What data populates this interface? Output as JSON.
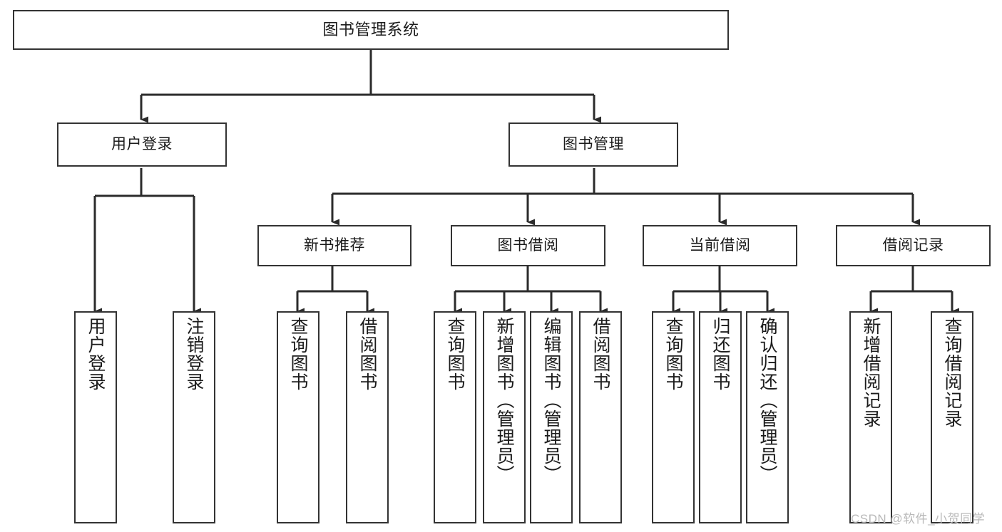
{
  "diagram": {
    "title": "图书管理系统",
    "type": "tree-hierarchy",
    "background": "#ffffff",
    "node_border_color": "#333333",
    "connector_color": "#2b2b2b",
    "nodes": {
      "root": {
        "label": "图书管理系统"
      },
      "level2": [
        {
          "id": "user-login",
          "label": "用户登录"
        },
        {
          "id": "book-management",
          "label": "图书管理"
        }
      ],
      "level3": [
        {
          "id": "new-book-recommend",
          "label": "新书推荐"
        },
        {
          "id": "book-borrow",
          "label": "图书借阅"
        },
        {
          "id": "current-borrow",
          "label": "当前借阅"
        },
        {
          "id": "borrow-record",
          "label": "借阅记录"
        }
      ],
      "leaves": [
        {
          "id": "leaf-user-login",
          "label": "用户登录",
          "parent": "user-login"
        },
        {
          "id": "leaf-logout",
          "label": "注销登录",
          "parent": "user-login"
        },
        {
          "id": "leaf-query-book-1",
          "label": "查询图书",
          "parent": "new-book-recommend"
        },
        {
          "id": "leaf-borrow-book-1",
          "label": "借阅图书",
          "parent": "new-book-recommend"
        },
        {
          "id": "leaf-query-book-2",
          "label": "查询图书",
          "parent": "book-borrow"
        },
        {
          "id": "leaf-add-book",
          "label": "新增图书（管理员）",
          "parent": "book-borrow"
        },
        {
          "id": "leaf-edit-book",
          "label": "编辑图书（管理员）",
          "parent": "book-borrow"
        },
        {
          "id": "leaf-borrow-book-2",
          "label": "借阅图书",
          "parent": "book-borrow"
        },
        {
          "id": "leaf-query-book-3",
          "label": "查询图书",
          "parent": "current-borrow"
        },
        {
          "id": "leaf-return-book",
          "label": "归还图书",
          "parent": "current-borrow"
        },
        {
          "id": "leaf-confirm-return",
          "label": "确认归还（管理员）",
          "parent": "current-borrow"
        },
        {
          "id": "leaf-add-record",
          "label": "新增借阅记录",
          "parent": "borrow-record"
        },
        {
          "id": "leaf-query-record",
          "label": "查询借阅记录",
          "parent": "borrow-record"
        }
      ]
    },
    "watermark": "CSDN @软件_小贺同学"
  }
}
